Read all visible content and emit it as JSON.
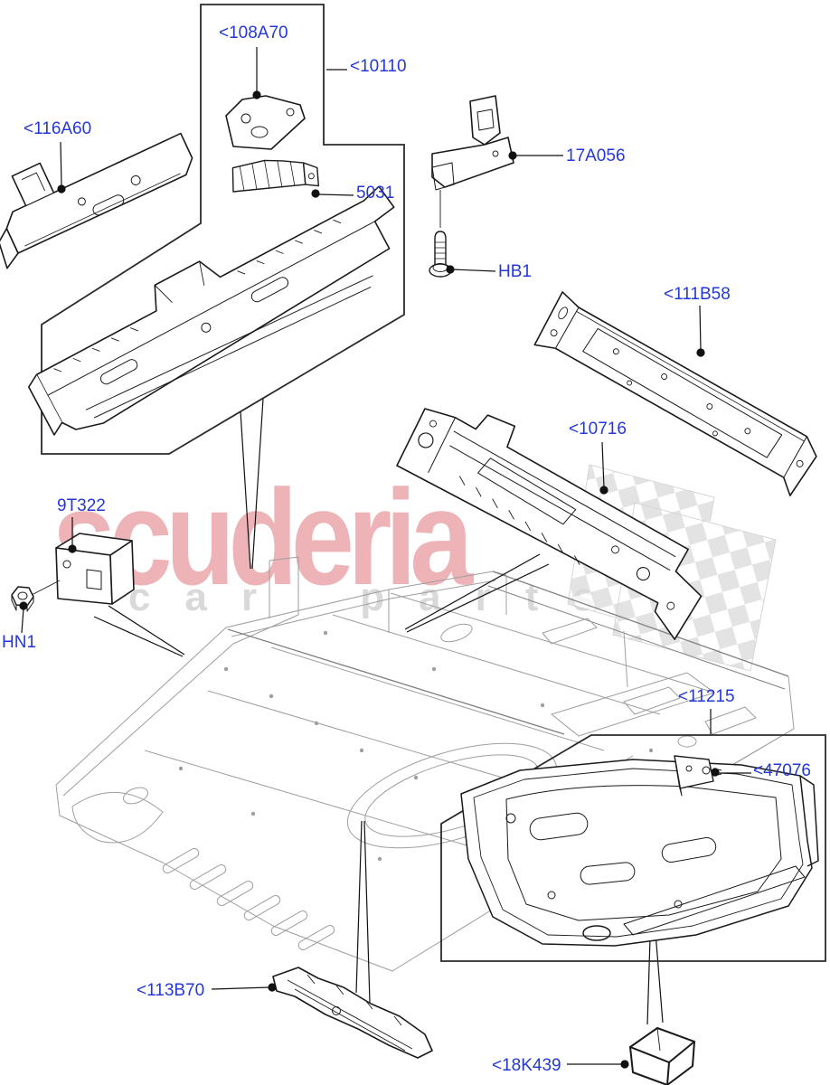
{
  "diagram": {
    "type": "exploded-parts-diagram",
    "subject": "Floor pans - rear",
    "label_color": "#2438d8",
    "line_color": "#1a1a1a",
    "assembly_color": "#9e9e9e",
    "part_labels": [
      {
        "id": "116A60",
        "text": "<116A60"
      },
      {
        "id": "108A70",
        "text": "<108A70"
      },
      {
        "id": "10110",
        "text": "<10110"
      },
      {
        "id": "5031",
        "text": "5031"
      },
      {
        "id": "17A056",
        "text": "17A056"
      },
      {
        "id": "HB1",
        "text": "HB1"
      },
      {
        "id": "111B58",
        "text": "<111B58"
      },
      {
        "id": "10716",
        "text": "<10716"
      },
      {
        "id": "9T322",
        "text": "9T322"
      },
      {
        "id": "HN1",
        "text": "HN1"
      },
      {
        "id": "11215",
        "text": "<11215"
      },
      {
        "id": "47076",
        "text": "<47076"
      },
      {
        "id": "113B70",
        "text": "<113B70"
      },
      {
        "id": "18K439",
        "text": "<18K439"
      }
    ],
    "watermark": {
      "brand": "scuderia",
      "subtitle": "car parts",
      "brand_color": "#eeb3b7",
      "subtitle_color": "#d9d9d9"
    }
  }
}
